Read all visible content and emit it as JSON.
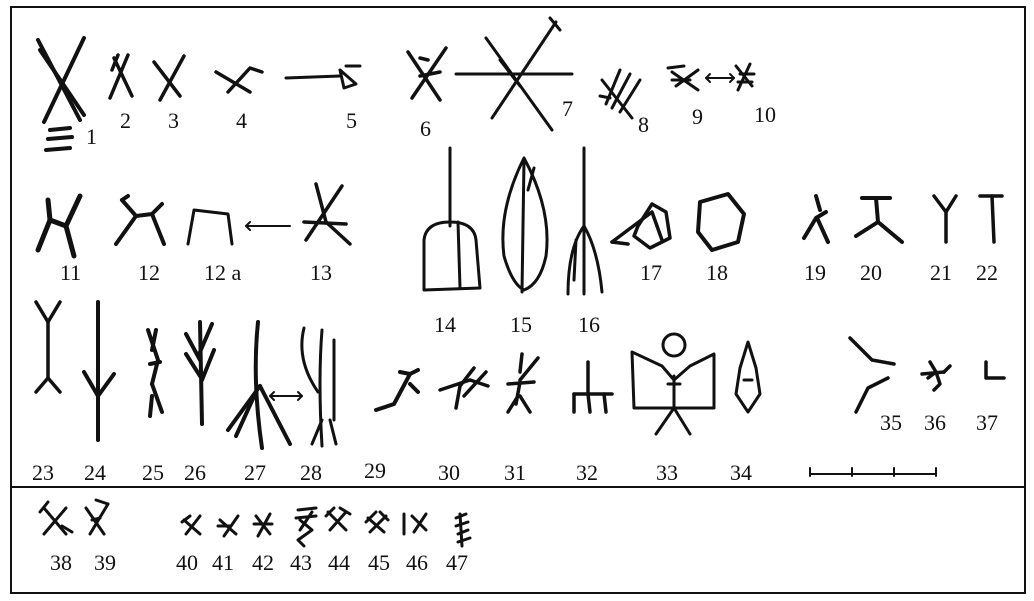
{
  "figure": {
    "labels": [
      "1",
      "2",
      "3",
      "4",
      "5",
      "6",
      "7",
      "8",
      "9",
      "10",
      "11",
      "12",
      "12 a",
      "13",
      "14",
      "15",
      "16",
      "17",
      "18",
      "19",
      "20",
      "21",
      "22",
      "23",
      "24",
      "25",
      "26",
      "27",
      "28",
      "29",
      "30",
      "31",
      "32",
      "33",
      "34",
      "35",
      "36",
      "37",
      "38",
      "39",
      "40",
      "41",
      "42",
      "43",
      "44",
      "45",
      "46",
      "47"
    ]
  }
}
